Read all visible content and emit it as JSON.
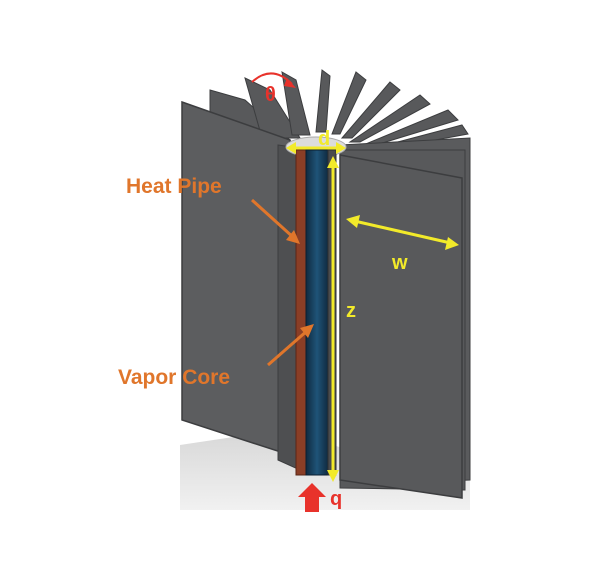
{
  "labels": {
    "heat_pipe": "Heat Pipe",
    "vapor_core": "Vapor Core",
    "theta": "θ",
    "d": "d",
    "w": "w",
    "z": "z",
    "q": "q"
  },
  "colors": {
    "fin": "#58595b",
    "fin_edge": "#3c3d3f",
    "heat_pipe": "#8a3e26",
    "vapor_core": "#163f5c",
    "label_orange": "#e0762b",
    "dimension_yellow": "#f2ea2a",
    "heat_flow_red": "#e8322b",
    "base_shadow": "#c9c9c9"
  }
}
